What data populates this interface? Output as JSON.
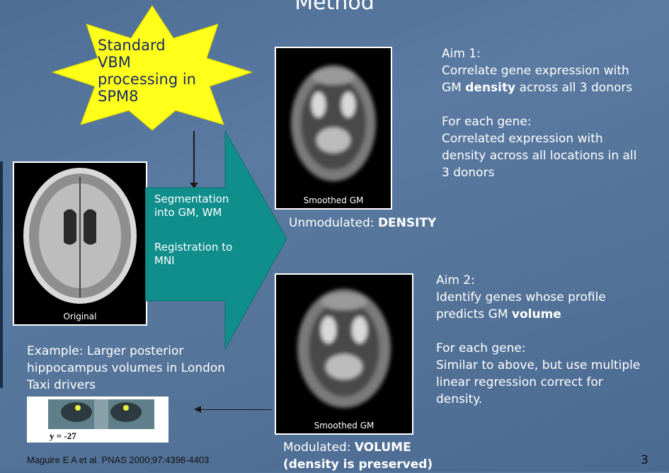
{
  "slide": {
    "title": "Method",
    "page_number": "3"
  },
  "star_callout": {
    "lines": [
      "Standard",
      "VBM",
      "processing in",
      "SPM8"
    ],
    "color": "#ffff1a"
  },
  "original_image": {
    "caption": "Original"
  },
  "process_arrow": {
    "color": "#108e8c",
    "step1_lines": [
      "Segmentation",
      "into GM, WM"
    ],
    "step2_lines": [
      "Registration to",
      "MNI"
    ]
  },
  "density_image": {
    "caption": "Smoothed GM",
    "label_prefix": "Unmodulated: ",
    "label_bold": "DENSITY"
  },
  "volume_image": {
    "caption": "Smoothed GM",
    "label_prefix": "Modulated: ",
    "label_bold": "VOLUME",
    "label_line2": "(density is preserved)"
  },
  "aim1": {
    "heading": "Aim 1:",
    "line1": "Correlate gene expression with",
    "line2_prefix": "GM ",
    "line2_bold": "density",
    "line2_suffix": " across all 3 donors",
    "sub_heading": "For each gene:",
    "sub_lines": [
      "Correlated expression with",
      "density across all locations in all",
      "3 donors"
    ]
  },
  "aim2": {
    "heading": "Aim 2:",
    "line1": "Identify genes whose profile",
    "line2_prefix": "predicts GM ",
    "line2_bold": "volume",
    "sub_heading": "For each gene:",
    "sub_lines": [
      "Similar to above, but use multiple",
      "linear regression correct for",
      "density."
    ]
  },
  "example": {
    "lines": [
      "Example: Larger posterior",
      "hippocampus volumes in London",
      "Taxi drivers"
    ],
    "image_label": "y = -27"
  },
  "citation": "Maguire E A et al. PNAS 2000;97:4398-4403"
}
